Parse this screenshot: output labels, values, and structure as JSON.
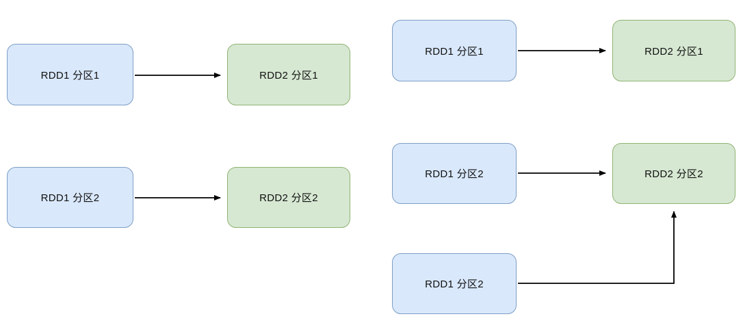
{
  "diagram": {
    "description": "RDD partition dependency diagram",
    "colors": {
      "background": "#ffffff",
      "blue_fill": "#d9e8fb",
      "blue_border": "#7e9ec4",
      "green_fill": "#d6e8d2",
      "green_border": "#8fb372",
      "arrow": "#000000",
      "text": "#111111"
    },
    "nodes": [
      {
        "id": "left-rdd1-part1",
        "group": "left",
        "kind": "blue",
        "label": "RDD1 分区1"
      },
      {
        "id": "left-rdd2-part1",
        "group": "left",
        "kind": "green",
        "label": "RDD2 分区1"
      },
      {
        "id": "left-rdd1-part2",
        "group": "left",
        "kind": "blue",
        "label": "RDD1 分区2"
      },
      {
        "id": "left-rdd2-part2",
        "group": "left",
        "kind": "green",
        "label": "RDD2 分区2"
      },
      {
        "id": "right-rdd1-part1",
        "group": "right",
        "kind": "blue",
        "label": "RDD1 分区1"
      },
      {
        "id": "right-rdd2-part1",
        "group": "right",
        "kind": "green",
        "label": "RDD2 分区1"
      },
      {
        "id": "right-rdd1-part2a",
        "group": "right",
        "kind": "blue",
        "label": "RDD1 分区2"
      },
      {
        "id": "right-rdd2-part2",
        "group": "right",
        "kind": "green",
        "label": "RDD2 分区2"
      },
      {
        "id": "right-rdd1-part2b",
        "group": "right",
        "kind": "blue",
        "label": "RDD1 分区2"
      }
    ],
    "edges": [
      {
        "from": "left-rdd1-part1",
        "to": "left-rdd2-part1",
        "style": "straight-right"
      },
      {
        "from": "left-rdd1-part2",
        "to": "left-rdd2-part2",
        "style": "straight-right"
      },
      {
        "from": "right-rdd1-part1",
        "to": "right-rdd2-part1",
        "style": "straight-right"
      },
      {
        "from": "right-rdd1-part2a",
        "to": "right-rdd2-part2",
        "style": "straight-right"
      },
      {
        "from": "right-rdd1-part2b",
        "to": "right-rdd2-part2",
        "style": "elbow-right-then-up"
      }
    ]
  }
}
